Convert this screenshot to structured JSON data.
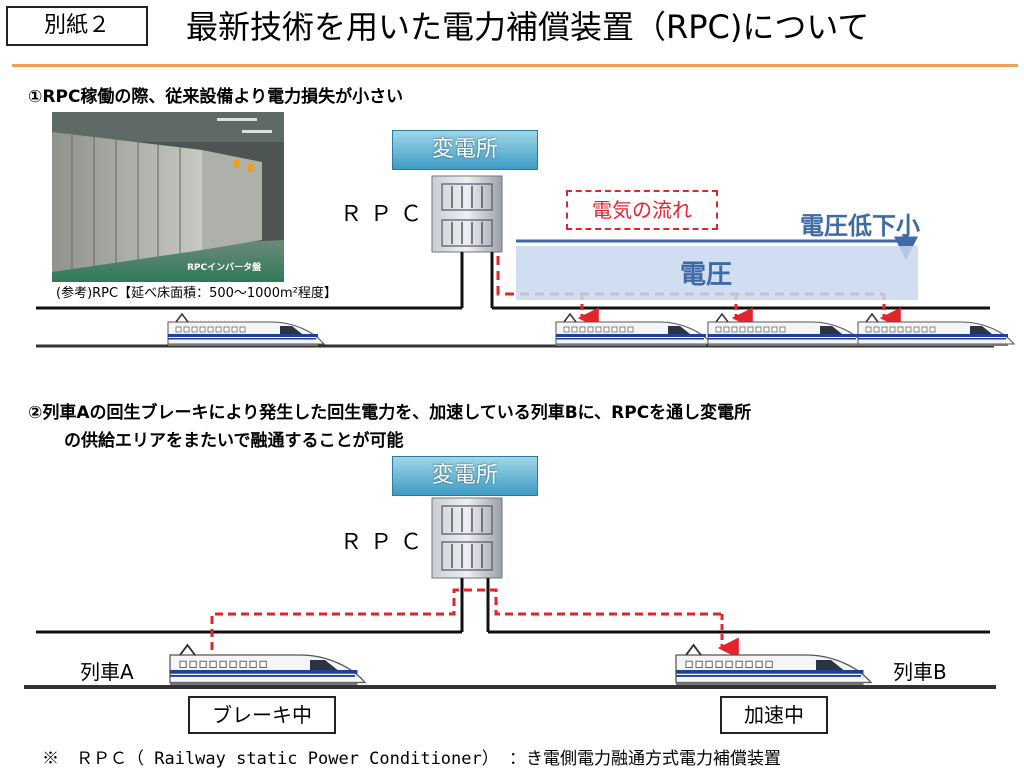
{
  "header": {
    "tag": "別紙２",
    "title": "最新技術を用いた電力補償装置（RPC)について"
  },
  "section1": {
    "heading": "①RPC稼働の際、従来設備より電力損失が小さい",
    "photo_label": "RPCインバータ盤",
    "photo_caption": "(参考)RPC【延べ床面積：500～1000m²程度】",
    "substation_label": "変電所",
    "rpc_label": "ＲＰＣ",
    "flow_label": "電気の流れ",
    "voltage_drop_label": "電圧低下小",
    "voltage_label": "電圧"
  },
  "section2": {
    "heading_line1": "②列車Aの回生ブレーキにより発生した回生電力を、加速している列車Bに、RPCを通し変電所",
    "heading_line2": "の供給エリアをまたいで融通することが可能",
    "substation_label": "変電所",
    "rpc_label": "ＲＰＣ",
    "train_a": "列車A",
    "train_b": "列車B",
    "train_a_state": "ブレーキ中",
    "train_b_state": "加速中"
  },
  "footnote": "※　ＲＰＣ（ Railway static Power Conditioner） ：き電側電力融通方式電力補償装置",
  "colors": {
    "accent_rule": "#f0a050",
    "flow_dashed": "#e3242b",
    "voltage_text": "#3f6aa6",
    "substation_fill": "#3e9cc4"
  }
}
